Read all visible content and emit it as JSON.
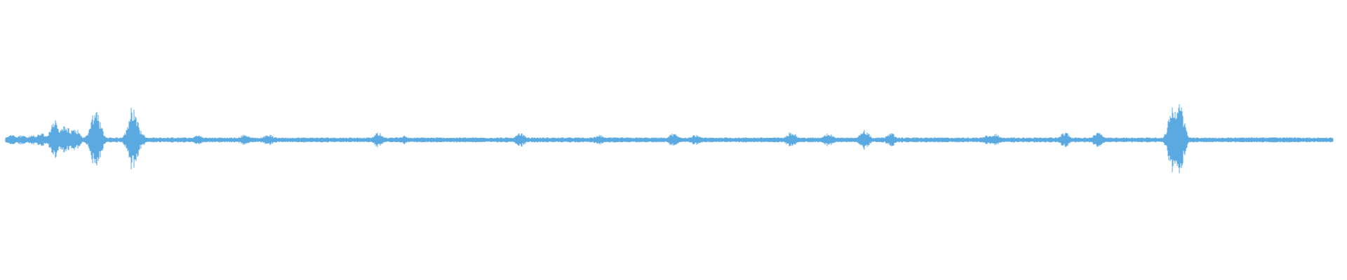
{
  "waveform": {
    "color": "#5aa9e0",
    "background": "#ffffff",
    "baseline_amplitude": 0.03,
    "bursts": [
      {
        "position": 0.005,
        "amplitude": 0.06
      },
      {
        "position": 0.012,
        "amplitude": 0.06
      },
      {
        "position": 0.02,
        "amplitude": 0.06
      },
      {
        "position": 0.027,
        "amplitude": 0.08
      },
      {
        "position": 0.037,
        "amplitude": 0.23
      },
      {
        "position": 0.045,
        "amplitude": 0.18
      },
      {
        "position": 0.052,
        "amplitude": 0.15
      },
      {
        "position": 0.064,
        "amplitude": 0.1
      },
      {
        "position": 0.068,
        "amplitude": 0.36
      },
      {
        "position": 0.096,
        "amplitude": 0.42
      },
      {
        "position": 0.1,
        "amplitude": 0.14
      },
      {
        "position": 0.145,
        "amplitude": 0.06
      },
      {
        "position": 0.18,
        "amplitude": 0.07
      },
      {
        "position": 0.198,
        "amplitude": 0.07
      },
      {
        "position": 0.281,
        "amplitude": 0.09
      },
      {
        "position": 0.3,
        "amplitude": 0.05
      },
      {
        "position": 0.388,
        "amplitude": 0.09
      },
      {
        "position": 0.447,
        "amplitude": 0.06
      },
      {
        "position": 0.503,
        "amplitude": 0.08
      },
      {
        "position": 0.52,
        "amplitude": 0.07
      },
      {
        "position": 0.592,
        "amplitude": 0.1
      },
      {
        "position": 0.62,
        "amplitude": 0.08
      },
      {
        "position": 0.647,
        "amplitude": 0.12
      },
      {
        "position": 0.667,
        "amplitude": 0.08
      },
      {
        "position": 0.74,
        "amplitude": 0.06
      },
      {
        "position": 0.746,
        "amplitude": 0.07
      },
      {
        "position": 0.798,
        "amplitude": 0.09
      },
      {
        "position": 0.823,
        "amplitude": 0.09
      },
      {
        "position": 0.88,
        "amplitude": 0.47
      },
      {
        "position": 0.884,
        "amplitude": 0.45
      },
      {
        "position": 0.955,
        "amplitude": 0.04
      }
    ]
  }
}
